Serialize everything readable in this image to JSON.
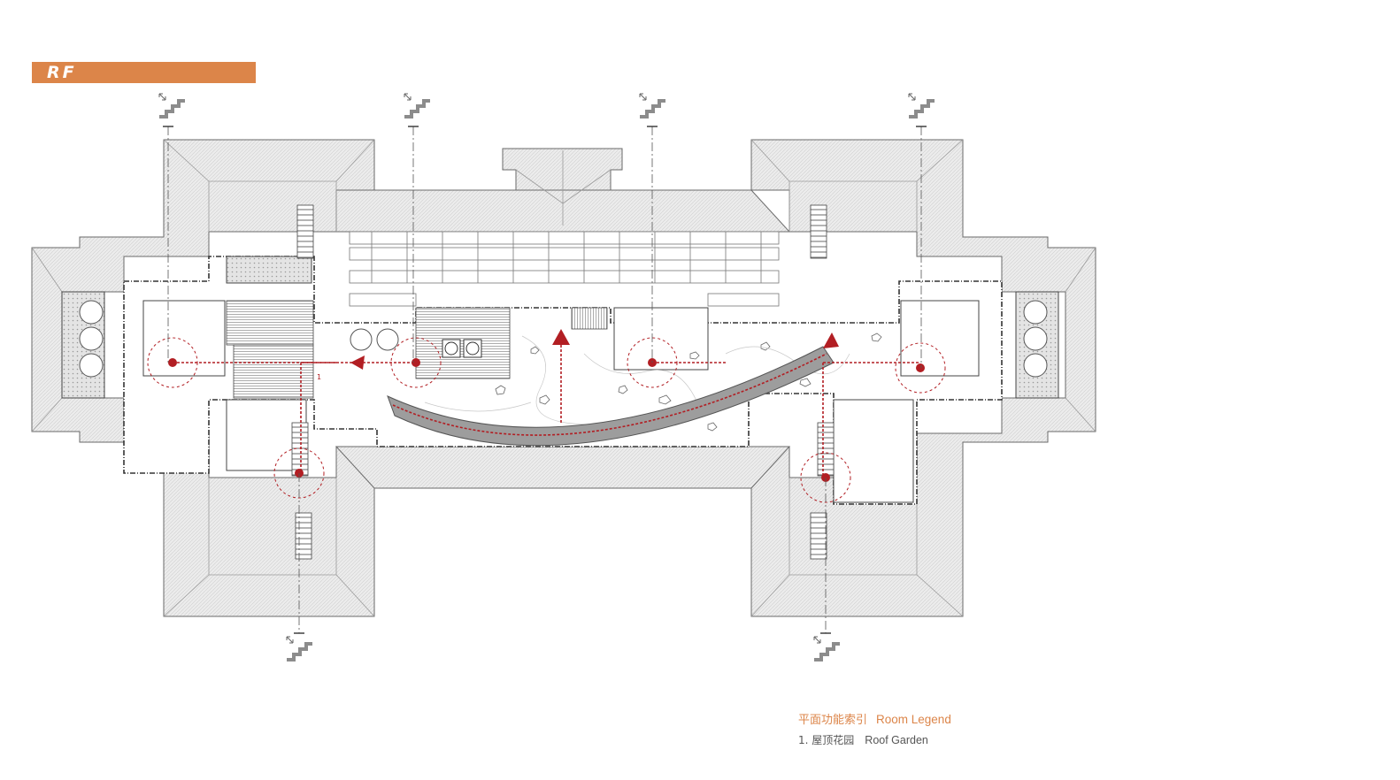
{
  "level": {
    "label": "RF"
  },
  "plan": {
    "circulation_number": "1",
    "stair_markers": [
      "stair-icon",
      "stair-icon",
      "stair-icon",
      "stair-icon",
      "stair-icon",
      "stair-icon"
    ],
    "colors": {
      "accent": "#dc8549",
      "route": "#b21e23",
      "line": "#555555",
      "fill": "#efefef"
    }
  },
  "legend": {
    "title_cn": "平面功能索引",
    "title_en": "Room Legend",
    "items": [
      {
        "index": "1.",
        "cn": "屋顶花园",
        "en": "Roof Garden"
      }
    ]
  }
}
